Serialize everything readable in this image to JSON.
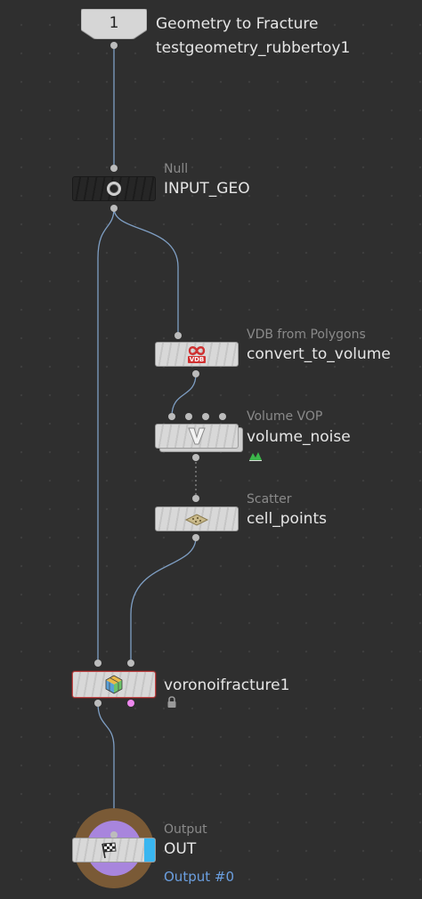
{
  "nodes": {
    "object_merge": {
      "badge": "1",
      "title": "Geometry to Fracture",
      "name": "testgeometry_rubbertoy1"
    },
    "input_geo": {
      "type": "Null",
      "name": "INPUT_GEO"
    },
    "vdb": {
      "type": "VDB from Polygons",
      "name": "convert_to_volume",
      "icon_text": "VDB"
    },
    "volume_vop": {
      "type": "Volume VOP",
      "name": "volume_noise"
    },
    "scatter": {
      "type": "Scatter",
      "name": "cell_points"
    },
    "voronoi": {
      "name": "voronoifracture1"
    },
    "output": {
      "type": "Output",
      "name": "OUT",
      "output_label": "Output #0"
    }
  },
  "colors": {
    "background": "#2f2f2f",
    "wire": "#7f9fc4",
    "output_label": "#6b9fe0",
    "output_ring": "#7a5a36",
    "output_purple": "#a885dd",
    "display_flag": "#39b6f0",
    "voronoi_border": "#c24848",
    "pink_port": "#ee88ee"
  }
}
